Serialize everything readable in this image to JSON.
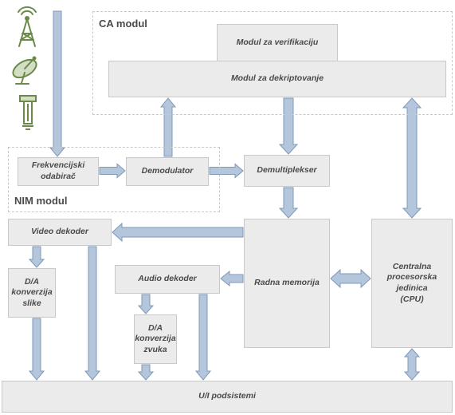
{
  "regions": {
    "ca": "CA modul",
    "nim": "NIM modul"
  },
  "blocks": {
    "verifikacija": "Modul za verifikaciju",
    "dekriptovanje": "Modul za dekriptovanje",
    "frekvencijski": "Frekvencijski\nodabirač",
    "demodulator": "Demodulator",
    "demultiplekser": "Demultiplekser",
    "video_dekoder": "Video dekoder",
    "radna_memorija": "Radna memorija",
    "cpu": "Centralna\nprocesorska\njedinica\n(CPU)",
    "da_slike": "D/A\nkonverzija\nslike",
    "audio_dekoder": "Audio dekoder",
    "da_zvuka": "D/A\nkonverzija\nzvuka",
    "ui": "U/I podsistemi"
  },
  "icons": [
    "antenna-tower-icon",
    "satellite-dish-icon",
    "cable-connector-icon"
  ],
  "colors": {
    "block_fill": "#ebebeb",
    "block_border": "#c9c9c9",
    "arrow_fill": "#b4c6dc",
    "arrow_stroke": "#7f98b8",
    "dashed_border": "#c8c8c8",
    "icon_green": "#6b8a4a"
  }
}
